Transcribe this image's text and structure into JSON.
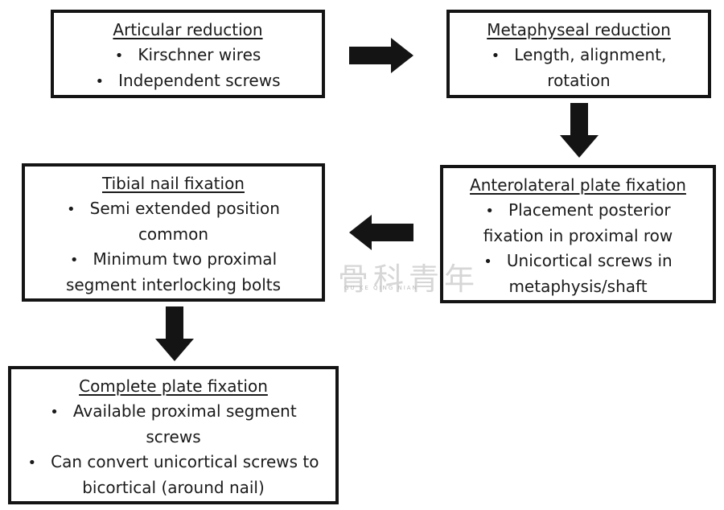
{
  "boxes": {
    "articular": {
      "title": "Articular reduction",
      "items": [
        "Kirschner wires",
        "Independent screws"
      ]
    },
    "metaphyseal": {
      "title": "Metaphyseal reduction",
      "items": [
        "Length, alignment,",
        "rotation"
      ]
    },
    "anterolateral": {
      "title": "Anterolateral plate fixation",
      "items": [
        "Placement posterior",
        "fixation in proximal row",
        "Unicortical screws in",
        "metaphysis/shaft"
      ]
    },
    "tibial": {
      "title": "Tibial nail fixation",
      "items": [
        "Semi extended position",
        "common",
        "Minimum two proximal",
        "segment interlocking bolts"
      ]
    },
    "complete": {
      "title": "Complete plate fixation",
      "items": [
        "Available proximal segment",
        "screws",
        "Can convert unicortical screws to",
        "bicortical (around nail)"
      ]
    }
  },
  "bullet_glyph": "•",
  "colors": {
    "border": "#141414",
    "arrow": "#141414",
    "text": "#1a1a1a"
  },
  "watermark": {
    "text": "骨科青年",
    "sub": "GU  KE  QING  NIAN"
  }
}
